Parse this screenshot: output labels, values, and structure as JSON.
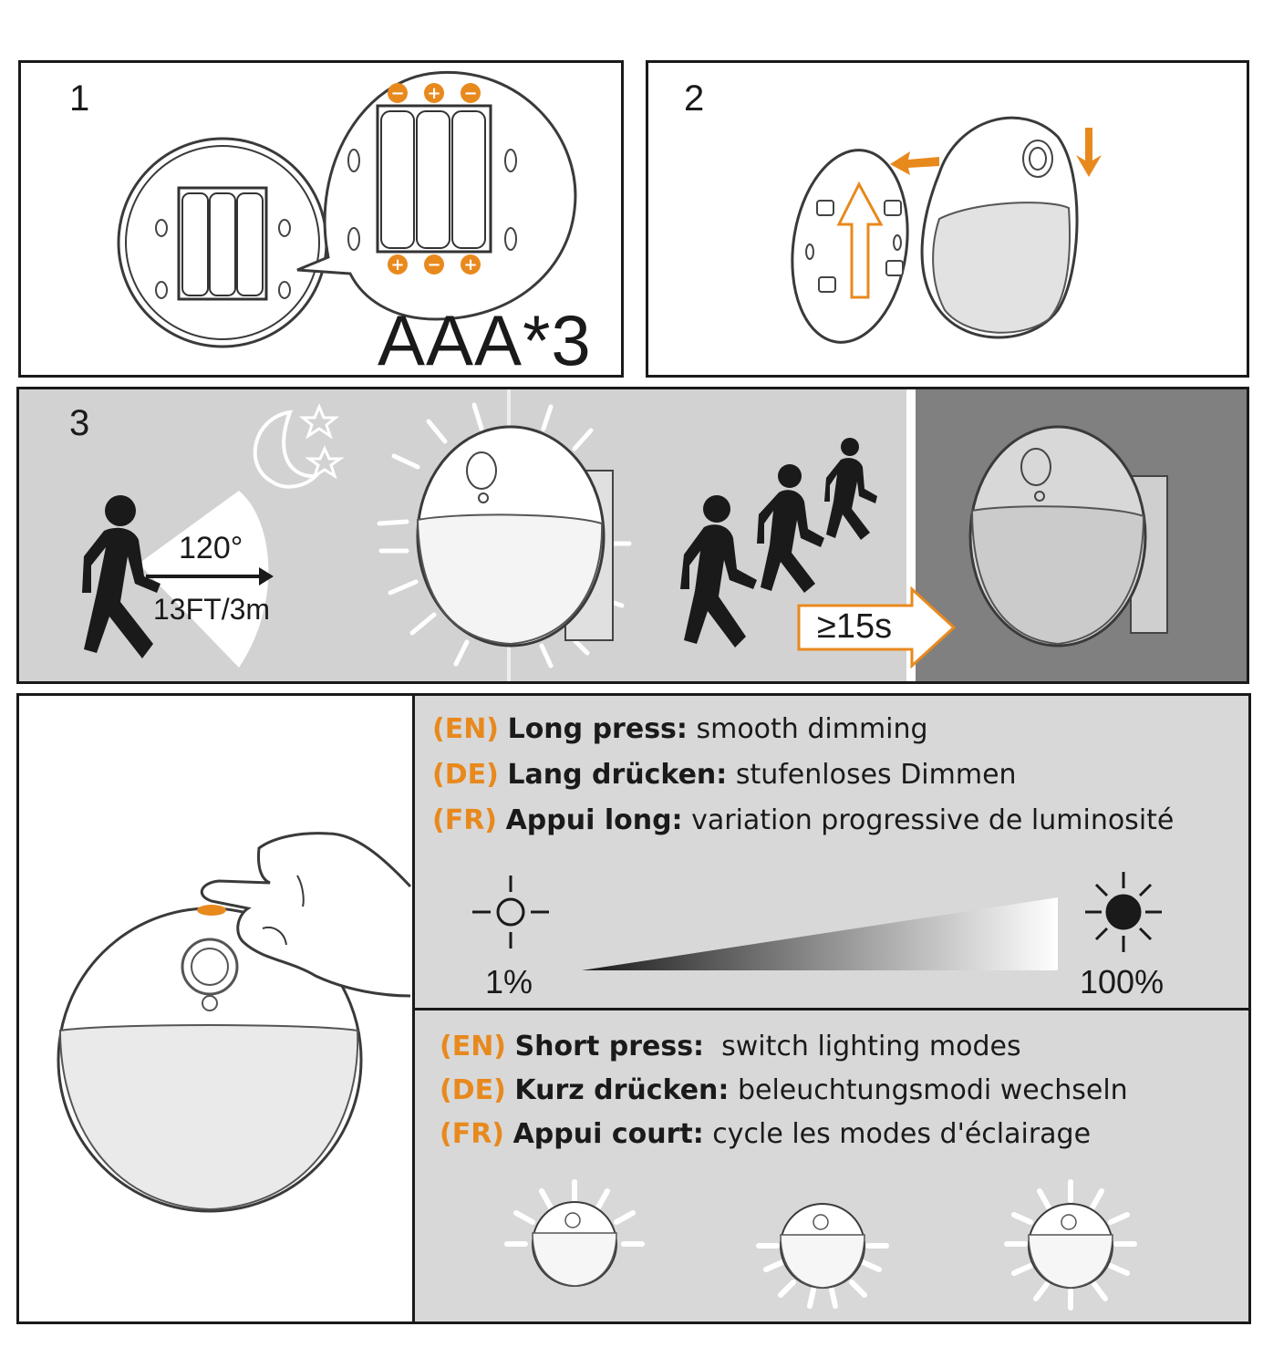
{
  "steps": {
    "step1": {
      "number": "1",
      "battery_label": "AAA*3"
    },
    "step2": {
      "number": "2"
    },
    "step3": {
      "number": "3",
      "angle_label": "120°",
      "distance_label": "13FT/3m",
      "delay_label": "≥15s"
    }
  },
  "long_press": {
    "lines": [
      {
        "code": "(EN)",
        "keyword": "Long press:",
        "text": "smooth dimming"
      },
      {
        "code": "(DE)",
        "keyword": "Lang drücken:",
        "text": "stufenloses Dimmen"
      },
      {
        "code": "(FR)",
        "keyword": "Appui long:",
        "text": "variation progressive de luminosité"
      }
    ],
    "min_label": "1%",
    "max_label": "100%"
  },
  "short_press": {
    "lines": [
      {
        "code": "(EN)",
        "keyword": "Short press:",
        "text": " switch lighting modes"
      },
      {
        "code": "(DE)",
        "keyword": "Kurz drücken:",
        "text": "beleuchtungsmodi wechseln"
      },
      {
        "code": "(FR)",
        "keyword": "Appui court:",
        "text": "cycle les modes d'éclairage"
      }
    ]
  },
  "colors": {
    "accent": "#e8891e",
    "panel_gray": "#d9d9d9",
    "dark_gray": "#808080",
    "outline": "#1a1a1a"
  },
  "icons": [
    "battery-icon",
    "arrow-icon",
    "moon-icon",
    "star-icon",
    "person-icon",
    "sun-icon",
    "hand-icon"
  ]
}
